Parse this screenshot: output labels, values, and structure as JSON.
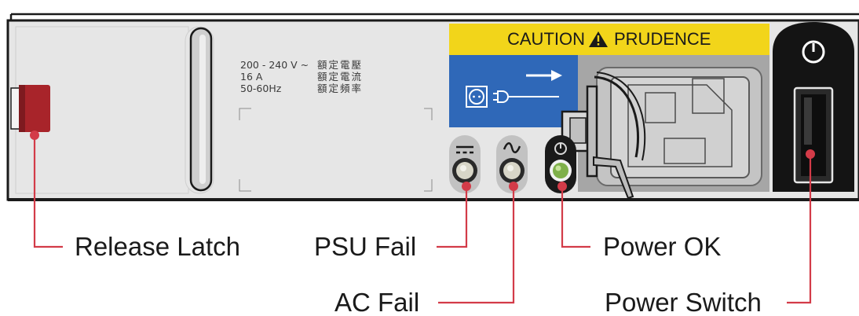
{
  "rating": {
    "lines": [
      "200 - 240 V ~",
      "16 A",
      "50-60Hz"
    ],
    "cjk_lines": [
      "額定電壓",
      "額定電流",
      "額定頻率"
    ]
  },
  "caution_label": {
    "left": "CAUTION",
    "right": "PRUDENCE"
  },
  "callouts": {
    "release_latch": "Release Latch",
    "psu_fail": "PSU Fail",
    "ac_fail": "AC Fail",
    "power_ok": "Power OK",
    "power_switch": "Power Switch"
  },
  "colors": {
    "chassis": "#e6e6e6",
    "caution_yellow": "#f2d51a",
    "inlet_blue": "#2f68b8",
    "callout_line": "#d33b48",
    "latch_red": "#a8242a",
    "led_green": "#7fb04a"
  },
  "icons": [
    "warning-triangle-icon",
    "power-plug-icon",
    "dc-symbol-icon",
    "ac-symbol-icon",
    "power-standby-icon"
  ]
}
